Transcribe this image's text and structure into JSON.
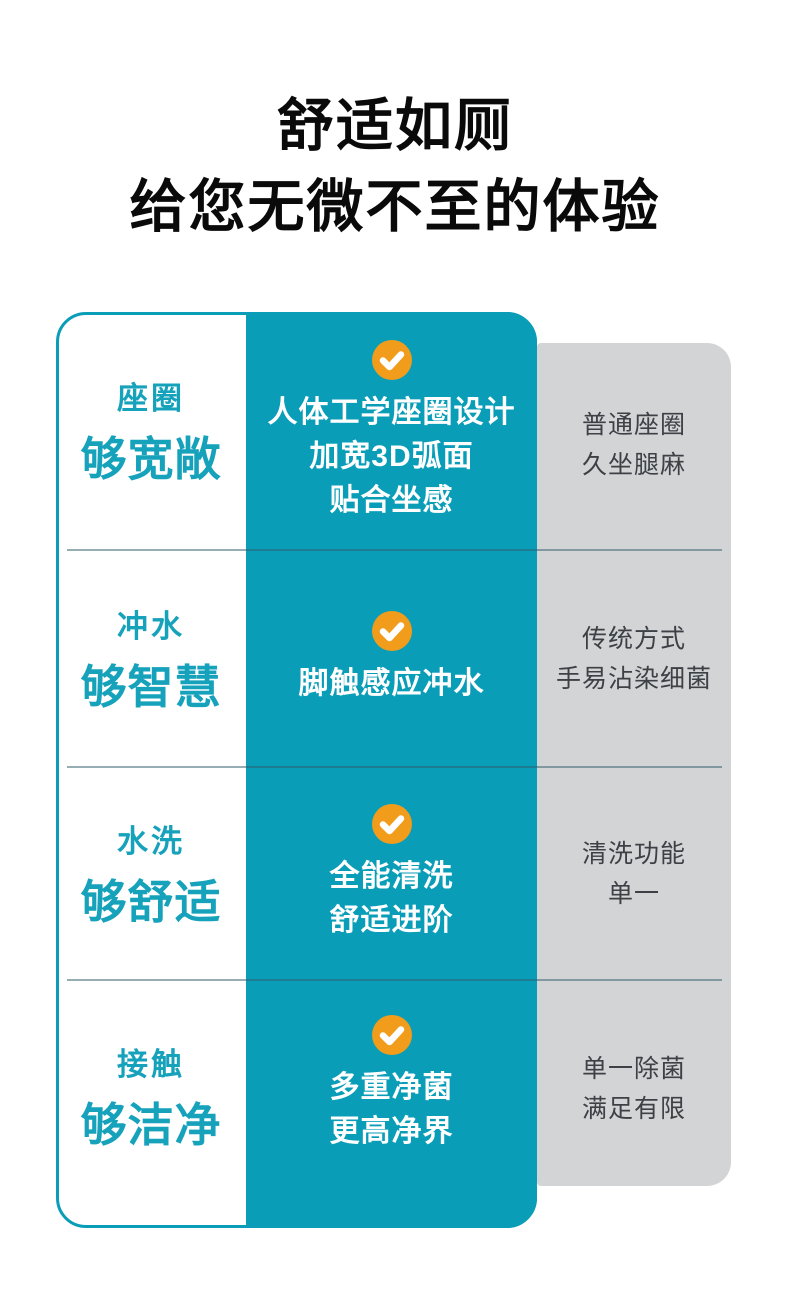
{
  "title": {
    "line1": "舒适如厕",
    "line2": "给您无微不至的体验"
  },
  "colors": {
    "teal": "#0a9db8",
    "teal_text": "#17a2bc",
    "orange": "#f29c1b",
    "panel_gray": "#d2d4d6",
    "text_dark": "#3d4145",
    "title_black": "#0a0a0a",
    "divider": "rgba(47,92,106,0.5)"
  },
  "icons": {
    "check": "check-circle-icon"
  },
  "rows": [
    {
      "category_small": "座圈",
      "category_big": "够宽敞",
      "pros": [
        "人体工学座圈设计",
        "加宽3D弧面",
        "贴合坐感"
      ],
      "cons": [
        "普通座圈",
        "久坐腿麻"
      ]
    },
    {
      "category_small": "冲水",
      "category_big": "够智慧",
      "pros": [
        "脚触感应冲水"
      ],
      "cons": [
        "传统方式",
        "手易沾染细菌"
      ]
    },
    {
      "category_small": "水洗",
      "category_big": "够舒适",
      "pros": [
        "全能清洗",
        "舒适进阶"
      ],
      "cons": [
        "清洗功能",
        "单一"
      ]
    },
    {
      "category_small": "接触",
      "category_big": "够洁净",
      "pros": [
        "多重净菌",
        "更高净界"
      ],
      "cons": [
        "单一除菌",
        "满足有限"
      ]
    }
  ]
}
